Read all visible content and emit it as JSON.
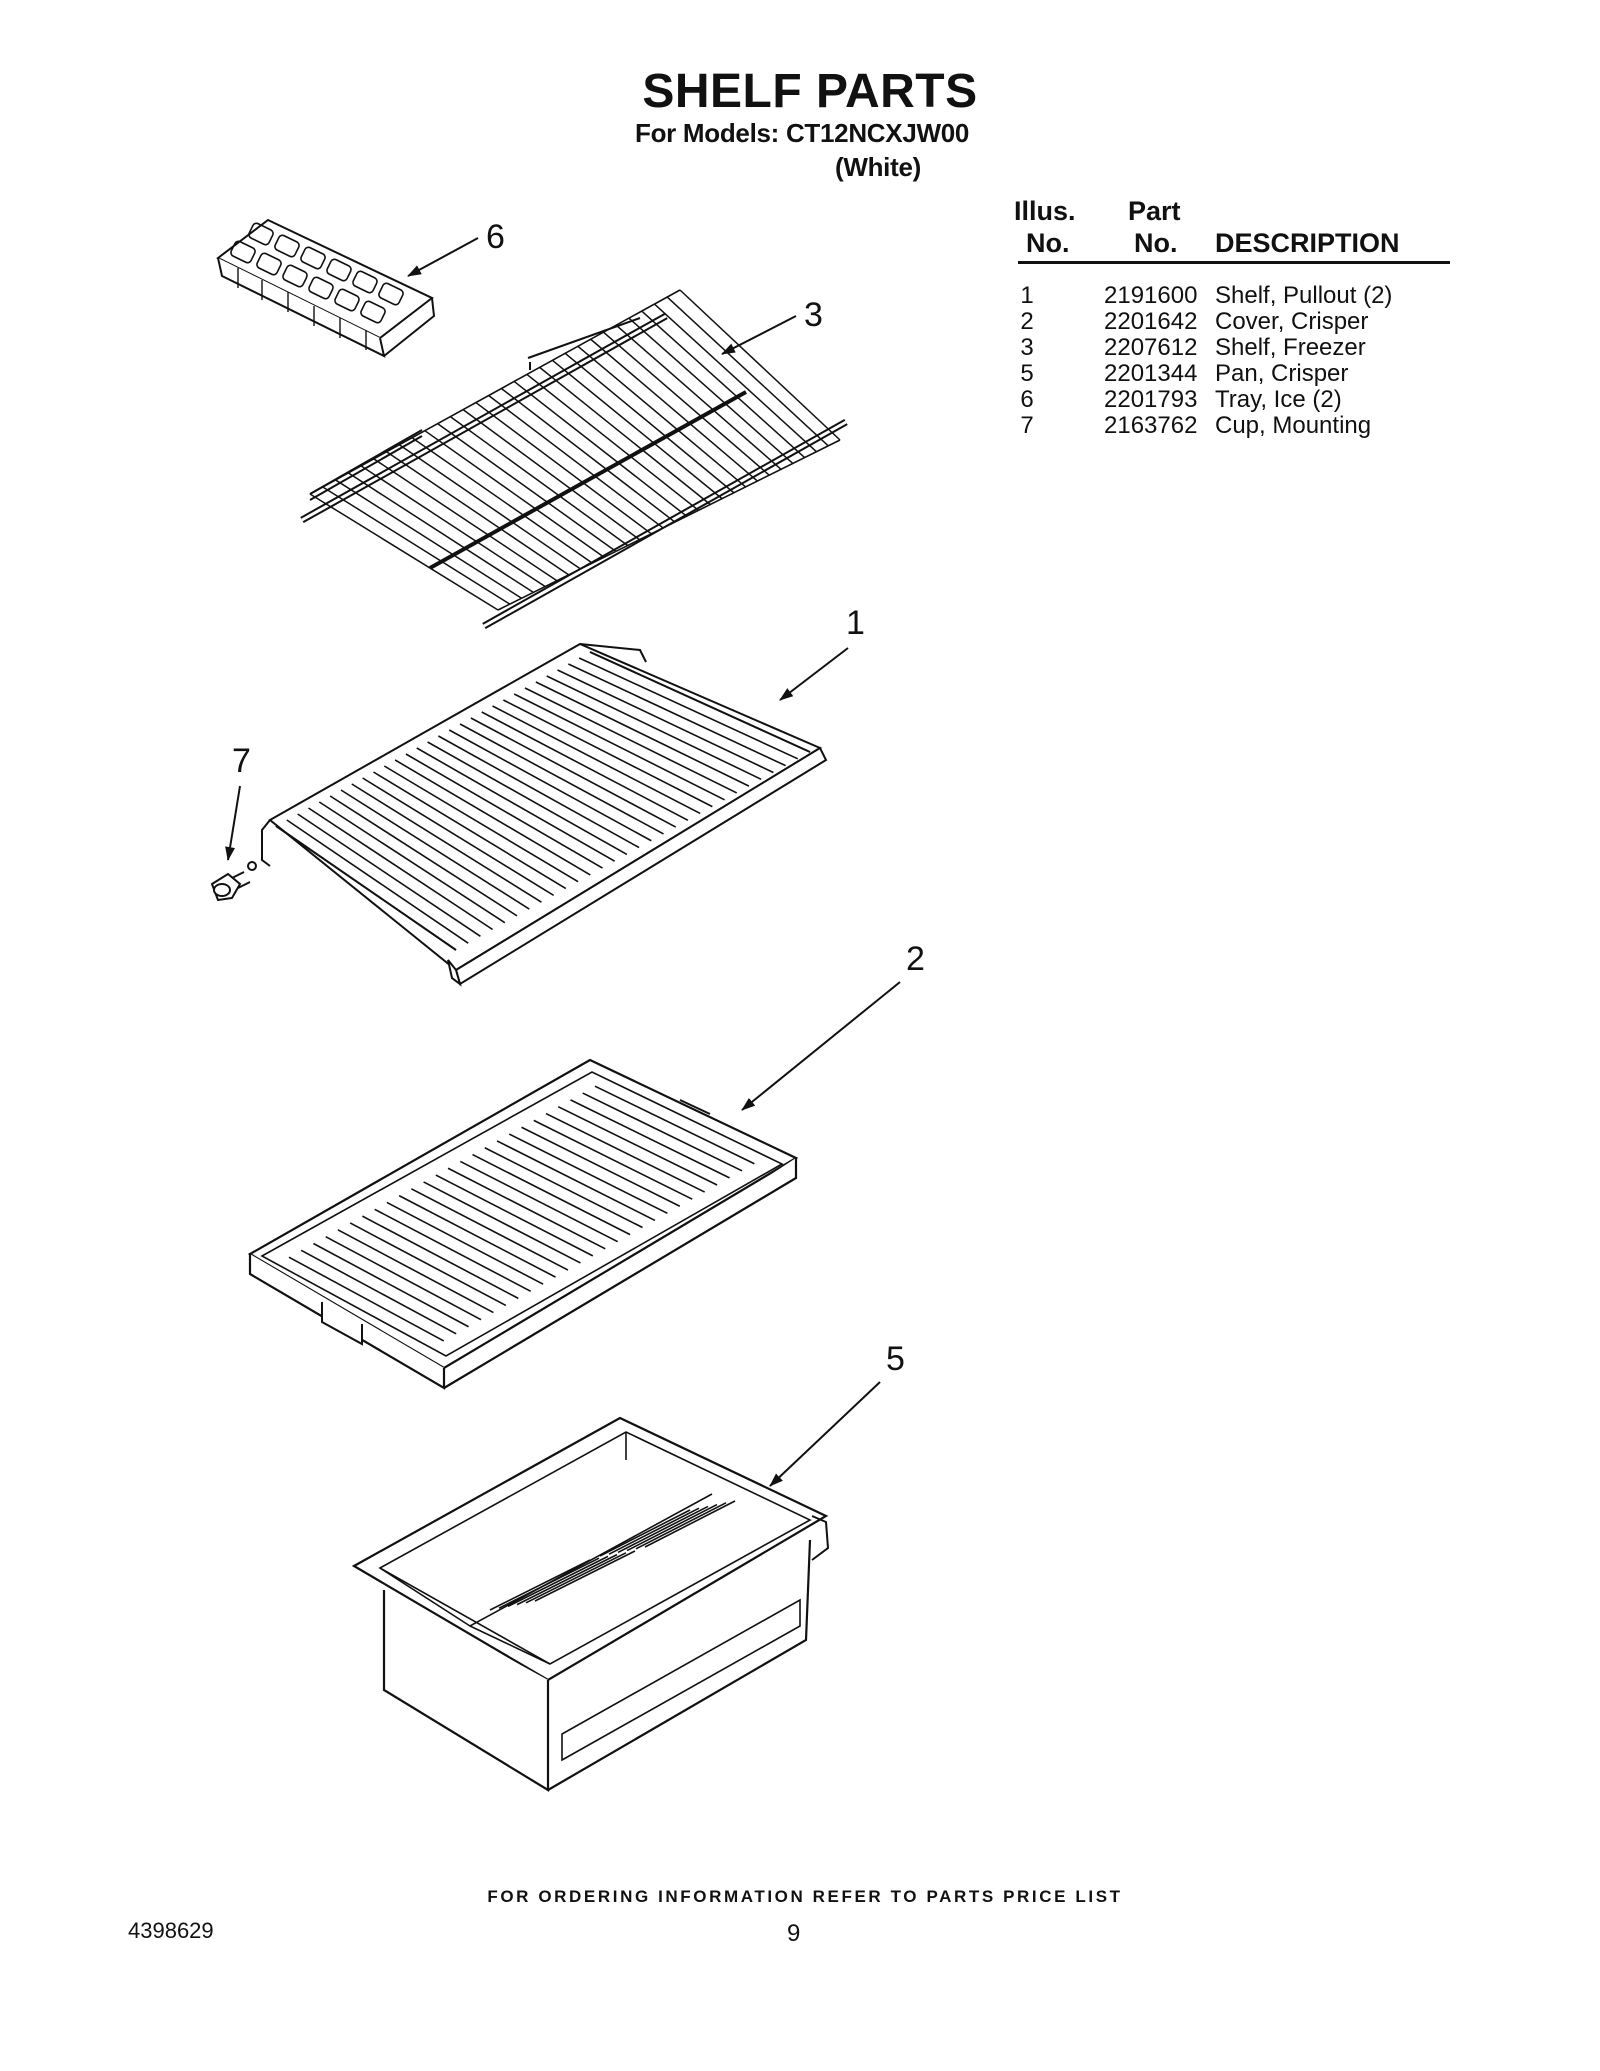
{
  "header": {
    "title": "SHELF PARTS",
    "models_line": "For Models: CT12NCXJW00",
    "color_line": "(White)"
  },
  "parts_table": {
    "headers": {
      "illus_top": "Illus.",
      "illus_bottom": "No.",
      "part_top": "Part",
      "part_bottom": "No.",
      "description": "DESCRIPTION"
    },
    "rows": [
      {
        "illus": "1",
        "part": "2191600",
        "description": "Shelf, Pullout (2)"
      },
      {
        "illus": "2",
        "part": "2201642",
        "description": "Cover, Crisper"
      },
      {
        "illus": "3",
        "part": "2207612",
        "description": "Shelf, Freezer"
      },
      {
        "illus": "5",
        "part": "2201344",
        "description": "Pan, Crisper"
      },
      {
        "illus": "6",
        "part": "2201793",
        "description": "Tray, Ice (2)"
      },
      {
        "illus": "7",
        "part": "2163762",
        "description": "Cup, Mounting"
      }
    ]
  },
  "diagram": {
    "callouts": [
      "6",
      "3",
      "1",
      "7",
      "2",
      "5"
    ]
  },
  "footer": {
    "note": "FOR ORDERING INFORMATION REFER TO PARTS PRICE LIST",
    "doc_number": "4398629",
    "page_number": "9"
  }
}
